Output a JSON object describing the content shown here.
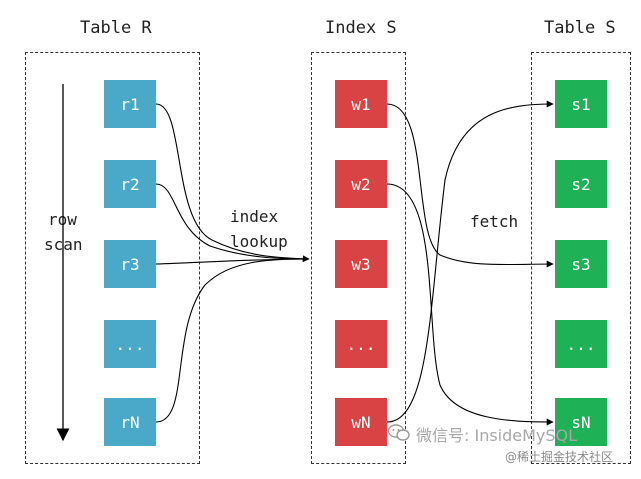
{
  "titles": {
    "table_r": "Table R",
    "index_s": "Index S",
    "table_s": "Table S"
  },
  "table_r": [
    "r1",
    "r2",
    "r3",
    "...",
    "rN"
  ],
  "index_s": [
    "w1",
    "w2",
    "w3",
    "...",
    "wN"
  ],
  "table_s": [
    "s1",
    "s2",
    "s3",
    "...",
    "sN"
  ],
  "labels": {
    "row_scan": [
      "row",
      "scan"
    ],
    "index_lookup": [
      "index",
      "lookup"
    ],
    "fetch": "fetch"
  },
  "watermark": {
    "main": "微信号: InsideMySQL",
    "sub": "@稀土掘金技术社区"
  },
  "colors": {
    "table_r_box": "#4aa9c8",
    "index_s_box": "#d94343",
    "table_s_box": "#1fb156",
    "line": "#000000"
  }
}
